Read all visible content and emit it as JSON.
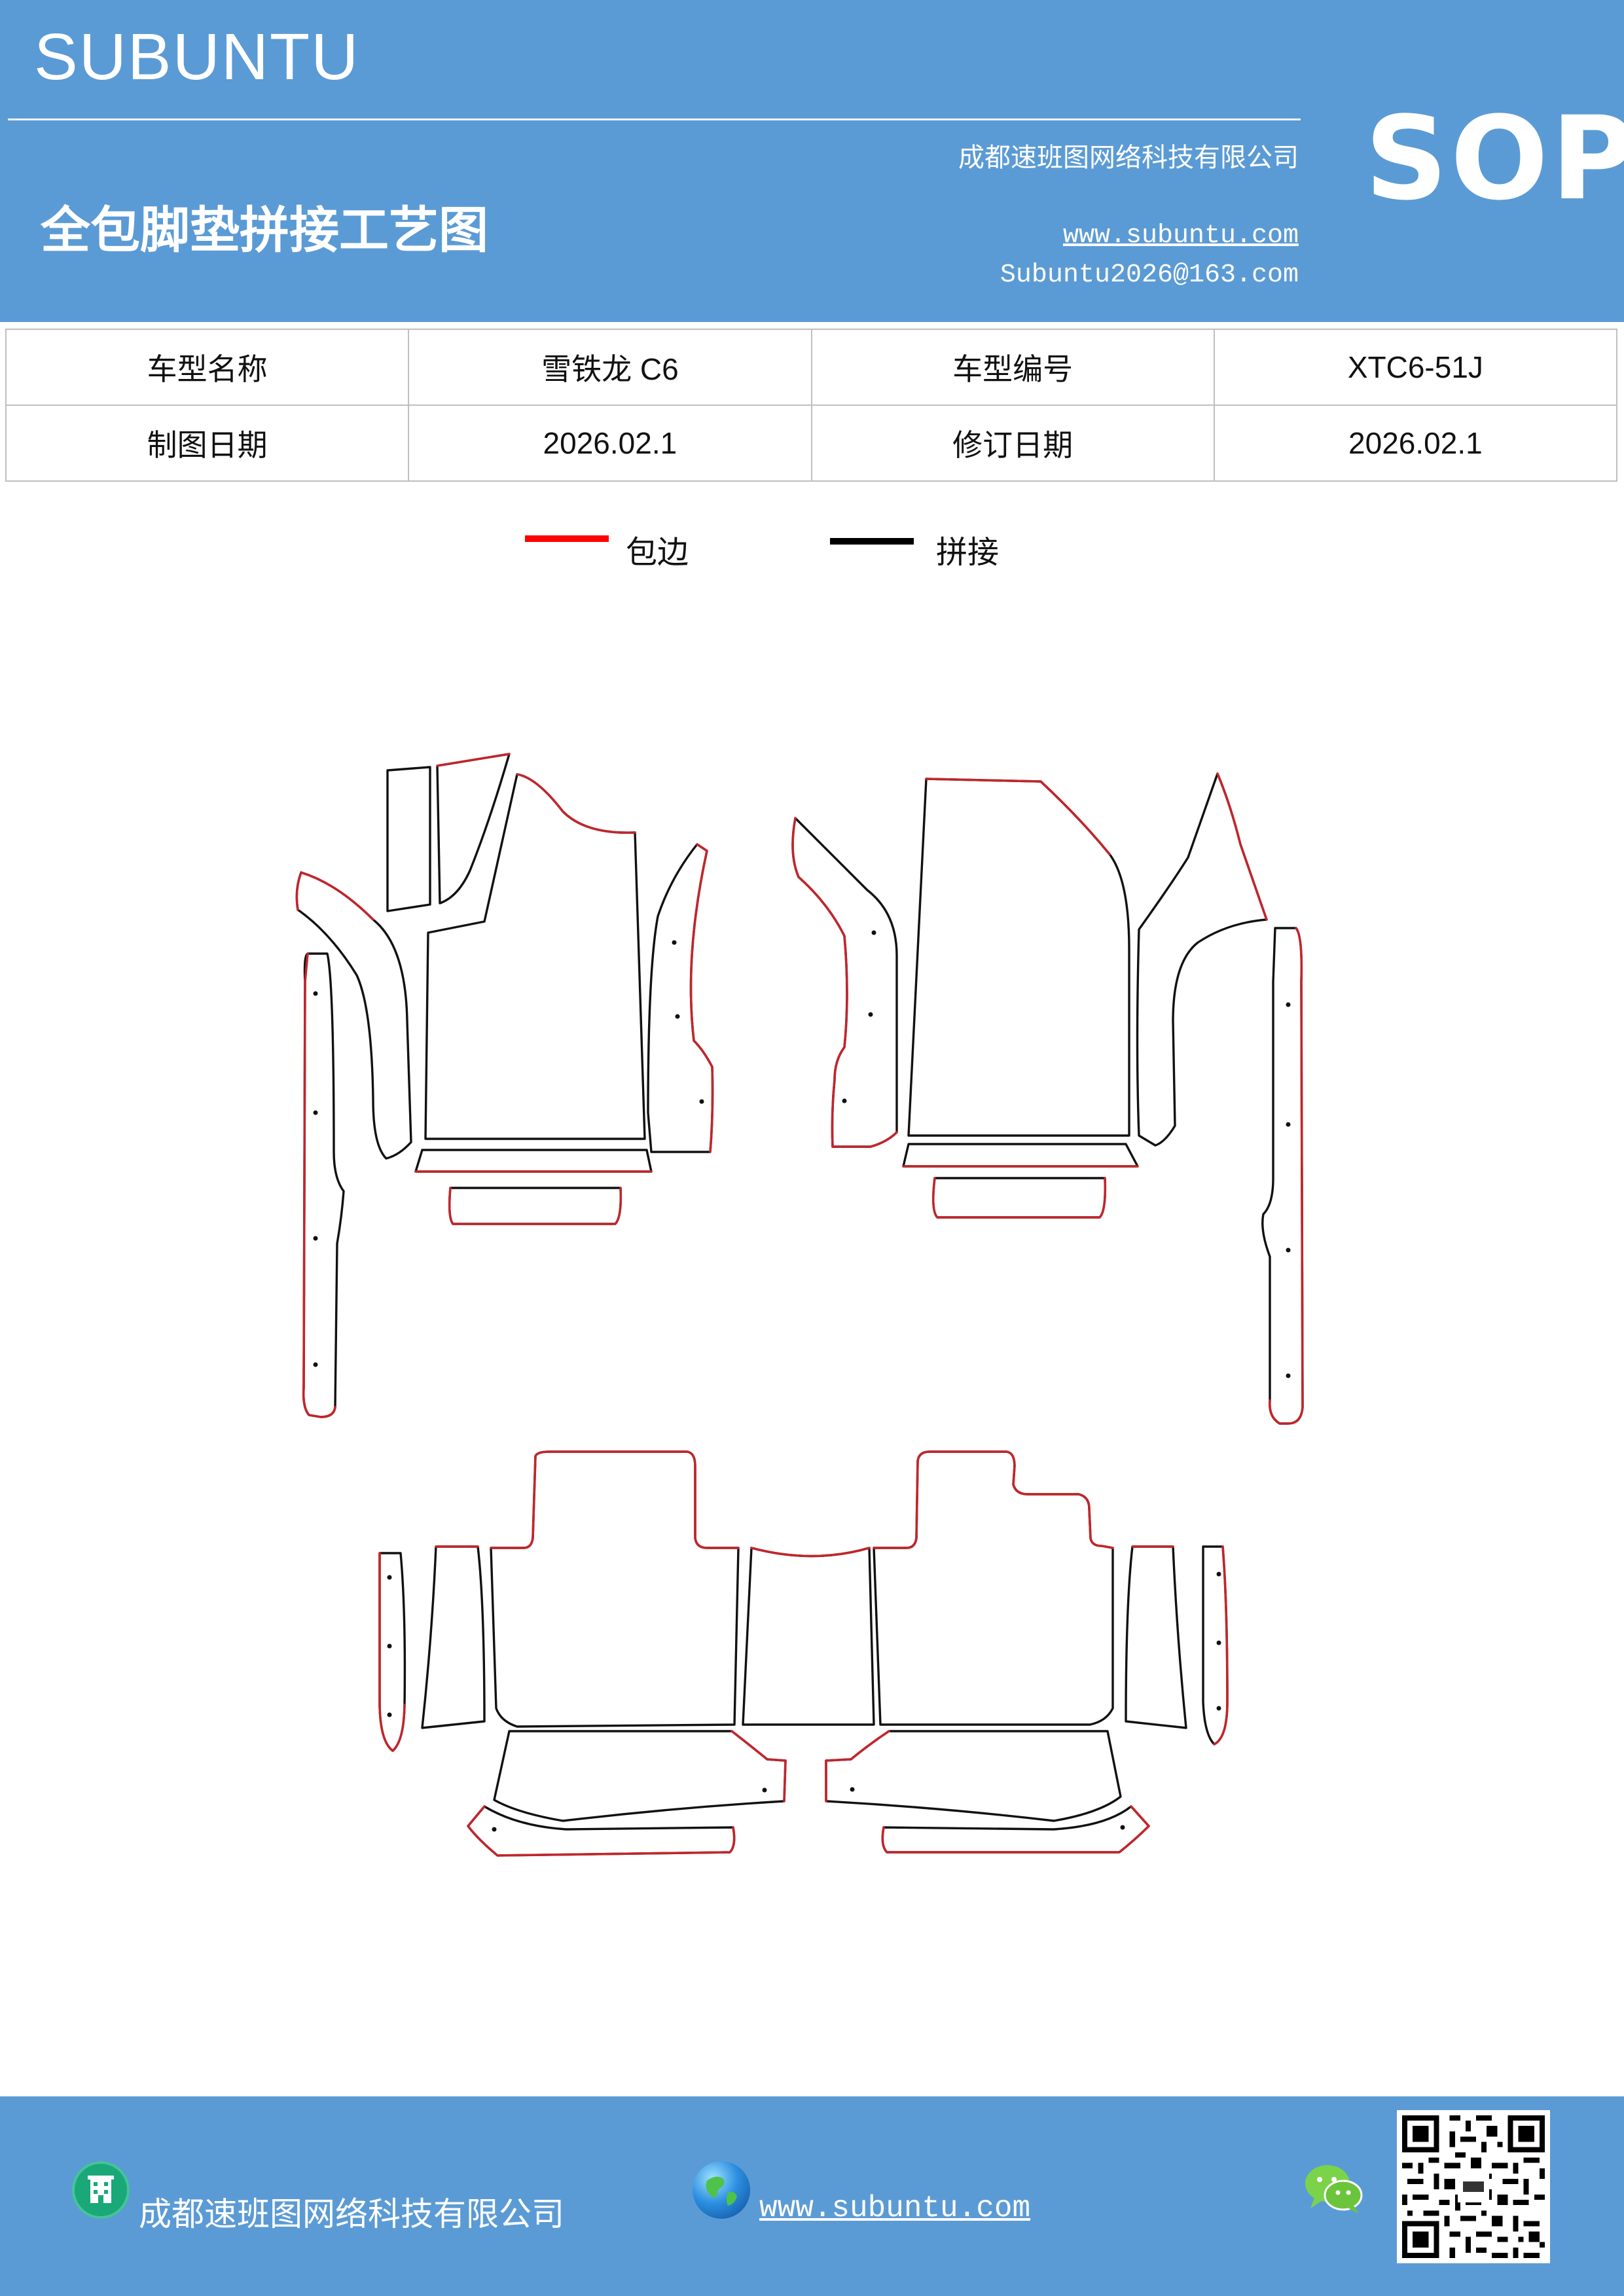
{
  "header": {
    "brand": "SUBUNTU",
    "title": "全包脚垫拼接工艺图",
    "company": "成都速班图网络科技有限公司",
    "website": "www.subuntu.com",
    "email": "Subuntu2026@163.com",
    "badge": "SOP"
  },
  "info_table": {
    "rows": [
      [
        {
          "label": "车型名称",
          "value": "雪铁龙 C6"
        },
        {
          "label": "车型编号",
          "value": "XTC6-51J"
        }
      ],
      [
        {
          "label": "制图日期",
          "value": "2026.02.1"
        },
        {
          "label": "修订日期",
          "value": "2026.02.1"
        }
      ]
    ]
  },
  "legend": {
    "items": [
      {
        "label": "包边",
        "color": "#ff0000"
      },
      {
        "label": "拼接",
        "color": "#000000"
      }
    ]
  },
  "colors": {
    "header_bg": "#5b9bd5",
    "footer_bg": "#5b9bd5",
    "binding_edge": "#c0262c",
    "seam": "#111111"
  },
  "footer": {
    "company": "成都速班图网络科技有限公司",
    "website": "www.subuntu.com",
    "icons": [
      "building-icon",
      "globe-icon",
      "wechat-icon",
      "qr-code"
    ]
  }
}
